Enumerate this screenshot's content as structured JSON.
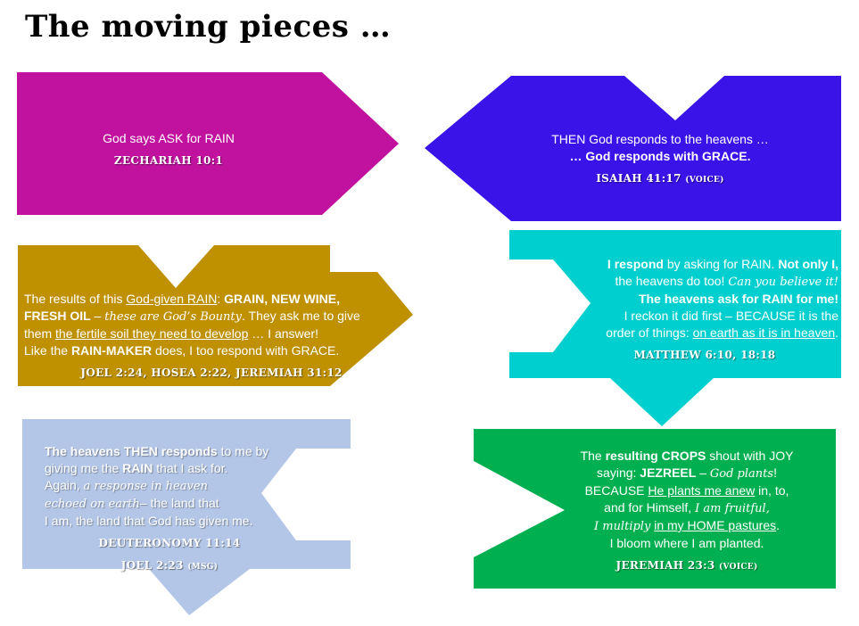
{
  "title": "The moving pieces …",
  "colors": {
    "magenta": "#C0129E",
    "violet": "#3A13E8",
    "gold": "#BF9000",
    "cyan": "#00CFCF",
    "lightblue": "#B4C6E7",
    "green": "#00B050"
  },
  "boxes": [
    {
      "id": "ask-rain",
      "lines": [
        [
          {
            "t": "God says ASK for RAIN",
            "s": ""
          }
        ]
      ],
      "refs": [
        [
          {
            "t": "Zechariah 10:1",
            "s": ""
          }
        ]
      ]
    },
    {
      "id": "god-responds",
      "lines": [
        [
          {
            "t": "THEN God responds to the heavens …",
            "s": ""
          }
        ],
        [
          {
            "t": "… God responds with GRACE.",
            "s": "b"
          }
        ]
      ],
      "refs": [
        [
          {
            "t": "Isaiah 41:17 ",
            "s": ""
          },
          {
            "t": "(Voice)",
            "s": "sm"
          }
        ]
      ]
    },
    {
      "id": "results",
      "lines": [
        [
          {
            "t": "The results of this ",
            "s": ""
          },
          {
            "t": "God-given RAIN",
            "s": "u"
          },
          {
            "t": ": ",
            "s": ""
          },
          {
            "t": "GRAIN, NEW WINE,",
            "s": "b"
          }
        ],
        [
          {
            "t": "FRESH OIL",
            "s": "b"
          },
          {
            "t": " – ",
            "s": ""
          },
          {
            "t": "these are God’s Bounty",
            "s": "i"
          },
          {
            "t": ". They ask me to give",
            "s": ""
          }
        ],
        [
          {
            "t": "them ",
            "s": ""
          },
          {
            "t": "the fertile soil they need to develop",
            "s": "u"
          },
          {
            "t": " … I answer!",
            "s": ""
          }
        ],
        [
          {
            "t": "Like the ",
            "s": ""
          },
          {
            "t": "RAIN-MAKER",
            "s": "b"
          },
          {
            "t": " does, I too respond with GRACE.",
            "s": ""
          }
        ]
      ],
      "refs": [
        [
          {
            "t": "Joel 2:24, Hosea 2:22, Jeremiah 31:12",
            "s": ""
          }
        ]
      ]
    },
    {
      "id": "i-respond",
      "lines": [
        [
          {
            "t": "I respond",
            "s": "b"
          },
          {
            "t": " by asking for RAIN. ",
            "s": ""
          },
          {
            "t": "Not only I,",
            "s": "b"
          }
        ],
        [
          {
            "t": "the heavens do too! ",
            "s": ""
          },
          {
            "t": "Can you believe it!",
            "s": "i"
          }
        ],
        [
          {
            "t": "The heavens ask for RAIN for me!",
            "s": "b"
          }
        ],
        [
          {
            "t": "I reckon it did first – BECAUSE it is the",
            "s": ""
          }
        ],
        [
          {
            "t": "order of things: ",
            "s": ""
          },
          {
            "t": "on earth as it is in heaven",
            "s": "u"
          },
          {
            "t": ".",
            "s": ""
          }
        ]
      ],
      "refs": [
        [
          {
            "t": "Matthew 6:10, 18:18",
            "s": ""
          }
        ]
      ]
    },
    {
      "id": "heavens-respond",
      "lines": [
        [
          {
            "t": "The heavens THEN responds",
            "s": "b"
          },
          {
            "t": " to me by",
            "s": ""
          }
        ],
        [
          {
            "t": "giving me the ",
            "s": ""
          },
          {
            "t": "RAIN",
            "s": "b"
          },
          {
            "t": " that I ask for.",
            "s": ""
          }
        ],
        [
          {
            "t": "Again, ",
            "s": ""
          },
          {
            "t": "a response in heaven",
            "s": "i"
          }
        ],
        [
          {
            "t": "echoed on earth",
            "s": "i"
          },
          {
            "t": "– the land that",
            "s": ""
          }
        ],
        [
          {
            "t": "I am, the land that God has given me.",
            "s": ""
          }
        ]
      ],
      "refs": [
        [
          {
            "t": "Deuteronomy 11:14",
            "s": ""
          }
        ],
        [
          {
            "t": "Joel 2:23 ",
            "s": ""
          },
          {
            "t": "(MSG)",
            "s": "sm"
          }
        ]
      ]
    },
    {
      "id": "crops",
      "lines": [
        [
          {
            "t": "The ",
            "s": ""
          },
          {
            "t": "resulting CROPS",
            "s": "b"
          },
          {
            "t": " shout with JOY",
            "s": ""
          }
        ],
        [
          {
            "t": "saying: ",
            "s": ""
          },
          {
            "t": "JEZREEL",
            "s": "b"
          },
          {
            "t": " – ",
            "s": ""
          },
          {
            "t": "God plants",
            "s": "i"
          },
          {
            "t": "!",
            "s": ""
          }
        ],
        [
          {
            "t": "BECAUSE ",
            "s": ""
          },
          {
            "t": "He plants me anew",
            "s": "u"
          },
          {
            "t": " in, to,",
            "s": ""
          }
        ],
        [
          {
            "t": "and for Himself, ",
            "s": ""
          },
          {
            "t": "I am fruitful,",
            "s": "i"
          }
        ],
        [
          {
            "t": "I multiply",
            "s": "i"
          },
          {
            "t": " ",
            "s": ""
          },
          {
            "t": "in my HOME pastures",
            "s": "u"
          },
          {
            "t": ".",
            "s": ""
          }
        ],
        [
          {
            "t": "I bloom where I am planted.",
            "s": ""
          }
        ]
      ],
      "refs": [
        [
          {
            "t": "Jeremiah 23:3 ",
            "s": ""
          },
          {
            "t": "(Voice)",
            "s": "sm"
          }
        ]
      ]
    }
  ]
}
